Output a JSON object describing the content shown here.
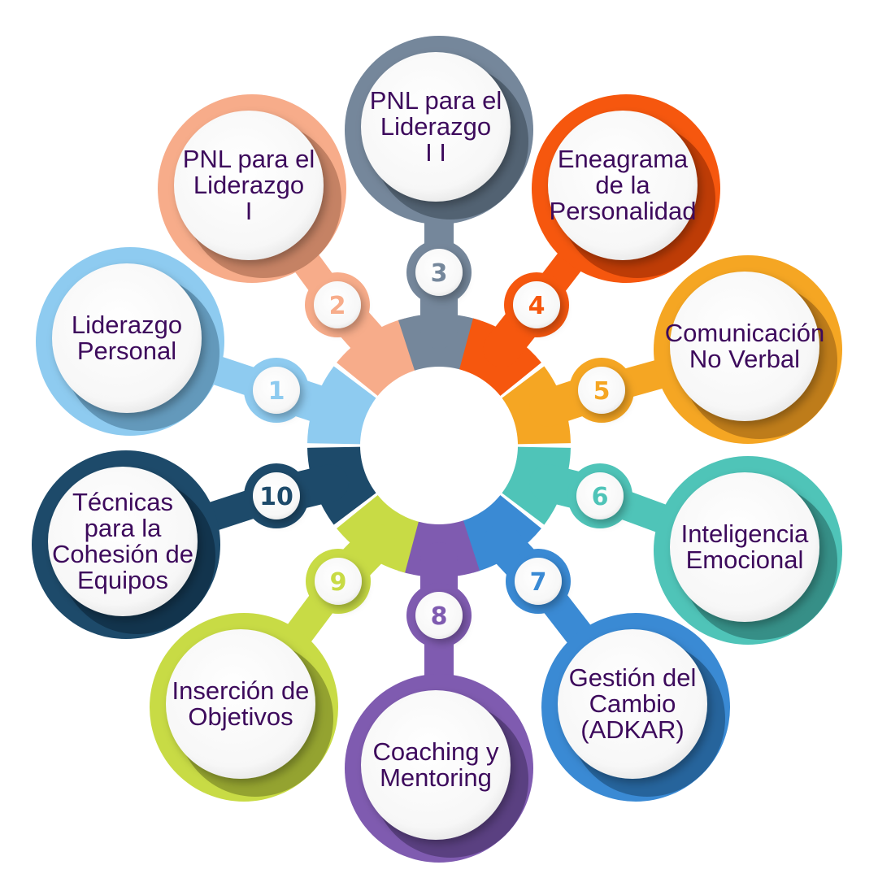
{
  "diagram": {
    "center_color": "#ffffff",
    "text_color": "#3d0a5c",
    "items": [
      {
        "number": "1",
        "lines": [
          "Liderazgo",
          "Personal"
        ],
        "color": "#8ecbf0",
        "dark": "#5e93b5"
      },
      {
        "number": "2",
        "lines": [
          "PNL para el",
          "Liderazgo",
          "I"
        ],
        "color": "#f7ac8a",
        "dark": "#bf7d5f"
      },
      {
        "number": "3",
        "lines": [
          "PNL para el",
          "Liderazgo",
          "I I"
        ],
        "color": "#75879b",
        "dark": "#4f5e6e"
      },
      {
        "number": "4",
        "lines": [
          "Eneagrama",
          "de la",
          "Personalidad"
        ],
        "color": "#f6570e",
        "dark": "#b83a06"
      },
      {
        "number": "5",
        "lines": [
          "Comunicación",
          "No Verbal"
        ],
        "color": "#f5a623",
        "dark": "#b8781a"
      },
      {
        "number": "6",
        "lines": [
          "Inteligencia",
          "Emocional"
        ],
        "color": "#4fc4b8",
        "dark": "#338a82"
      },
      {
        "number": "7",
        "lines": [
          "Gestión del",
          "Cambio",
          "(ADKAR)"
        ],
        "color": "#3a8ad4",
        "dark": "#255f96"
      },
      {
        "number": "8",
        "lines": [
          "Coaching y",
          "Mentoring"
        ],
        "color": "#7f5bb0",
        "dark": "#573d7c"
      },
      {
        "number": "9",
        "lines": [
          "Inserción de",
          "Objetivos"
        ],
        "color": "#c8db45",
        "dark": "#8e9c2e"
      },
      {
        "number": "10",
        "lines": [
          "Técnicas",
          "para la",
          "Cohesión de",
          "Equipos"
        ],
        "color": "#1d4a6a",
        "dark": "#12324a"
      }
    ]
  }
}
